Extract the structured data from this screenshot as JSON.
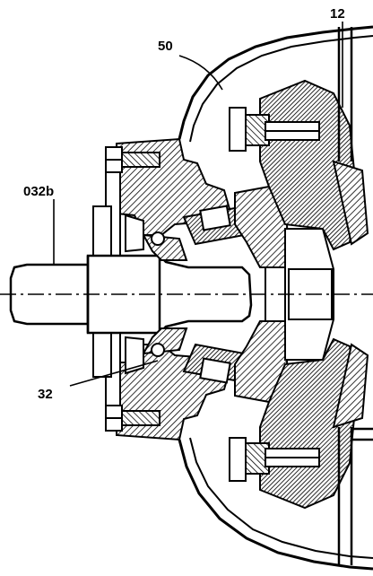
{
  "diagram": {
    "callouts": [
      {
        "id": "50",
        "text": "50"
      },
      {
        "id": "12",
        "text": "12"
      },
      {
        "id": "032b",
        "text": "032b"
      },
      {
        "id": "32",
        "text": "32"
      }
    ]
  }
}
